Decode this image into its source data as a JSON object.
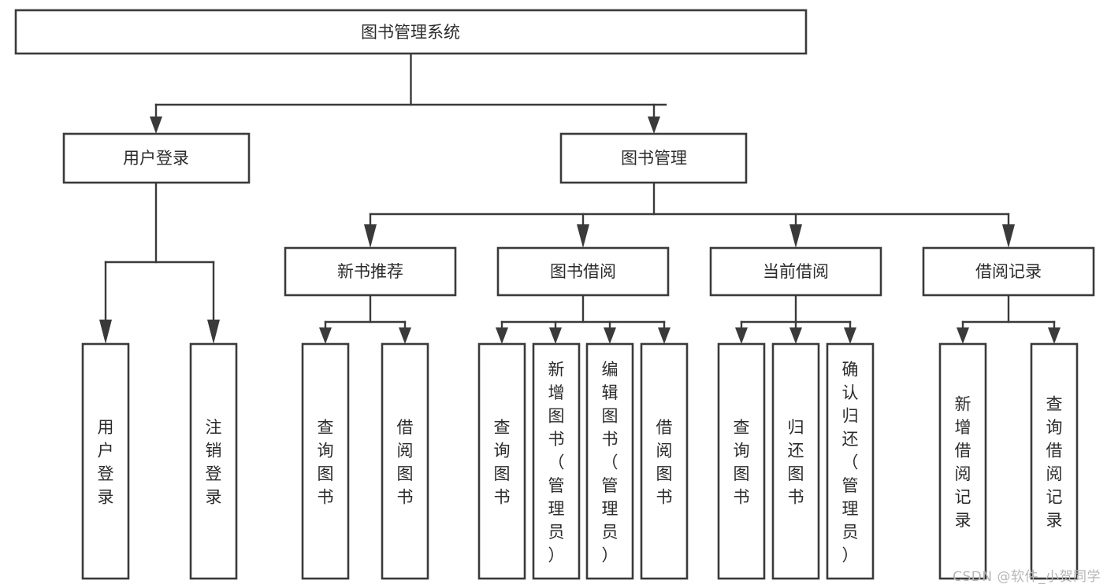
{
  "diagram": {
    "type": "tree",
    "title": "图书管理系统",
    "root": {
      "id": "root",
      "label": "图书管理系统",
      "orientation": "horizontal"
    },
    "level2": [
      {
        "id": "user-login",
        "label": "用户登录",
        "orientation": "horizontal"
      },
      {
        "id": "book-manage",
        "label": "图书管理",
        "orientation": "horizontal"
      }
    ],
    "level3": [
      {
        "id": "new-book-recommend",
        "label": "新书推荐",
        "parent": "book-manage",
        "orientation": "horizontal"
      },
      {
        "id": "book-borrow",
        "label": "图书借阅",
        "parent": "book-manage",
        "orientation": "horizontal"
      },
      {
        "id": "current-borrow",
        "label": "当前借阅",
        "parent": "book-manage",
        "orientation": "horizontal"
      },
      {
        "id": "borrow-record",
        "label": "借阅记录",
        "parent": "book-manage",
        "orientation": "horizontal"
      }
    ],
    "leaves": [
      {
        "id": "leaf-user-login",
        "label": "用户登录",
        "parent": "user-login",
        "orientation": "vertical"
      },
      {
        "id": "leaf-logout",
        "label": "注销登录",
        "parent": "user-login",
        "orientation": "vertical"
      },
      {
        "id": "leaf-query-book-1",
        "label": "查询图书",
        "parent": "new-book-recommend",
        "orientation": "vertical"
      },
      {
        "id": "leaf-borrow-book-1",
        "label": "借阅图书",
        "parent": "new-book-recommend",
        "orientation": "vertical"
      },
      {
        "id": "leaf-query-book-2",
        "label": "查询图书",
        "parent": "book-borrow",
        "orientation": "vertical"
      },
      {
        "id": "leaf-add-book",
        "label": "新增图书（管理员）",
        "parent": "book-borrow",
        "orientation": "vertical"
      },
      {
        "id": "leaf-edit-book",
        "label": "编辑图书（管理员）",
        "parent": "book-borrow",
        "orientation": "vertical"
      },
      {
        "id": "leaf-borrow-book-2",
        "label": "借阅图书",
        "parent": "book-borrow",
        "orientation": "vertical"
      },
      {
        "id": "leaf-query-book-3",
        "label": "查询图书",
        "parent": "current-borrow",
        "orientation": "vertical"
      },
      {
        "id": "leaf-return-book",
        "label": "归还图书",
        "parent": "current-borrow",
        "orientation": "vertical"
      },
      {
        "id": "leaf-confirm-return",
        "label": "确认归还（管理员）",
        "parent": "current-borrow",
        "orientation": "vertical"
      },
      {
        "id": "leaf-add-record",
        "label": "新增借阅记录",
        "parent": "borrow-record",
        "orientation": "vertical"
      },
      {
        "id": "leaf-query-record",
        "label": "查询借阅记录",
        "parent": "borrow-record",
        "orientation": "vertical"
      }
    ],
    "colors": {
      "box_stroke": "#3a3a3a",
      "box_fill": "#ffffff",
      "connector": "#3a3a3a",
      "text": "#2b2b2b",
      "background": "#ffffff",
      "watermark": "#b6b6b6"
    }
  },
  "watermark": {
    "text": "CSDN @软件_小贺同学"
  }
}
